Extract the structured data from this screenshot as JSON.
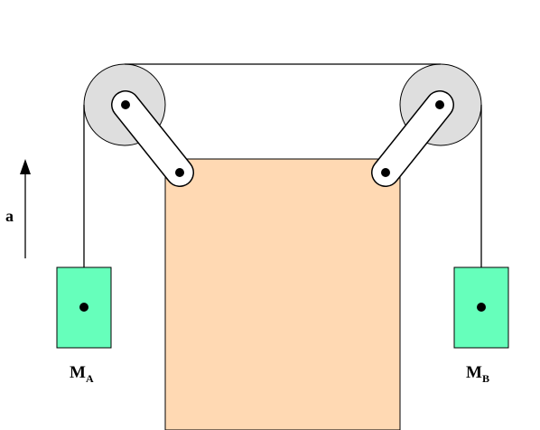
{
  "labels": {
    "acceleration": "a",
    "mass_a": {
      "main": "M",
      "sub": "A"
    },
    "mass_b": {
      "main": "M",
      "sub": "B"
    }
  },
  "colors": {
    "block": "#ffd9b3",
    "mass": "#66ffbb",
    "pulley": "#dedede",
    "line": "#000000"
  }
}
